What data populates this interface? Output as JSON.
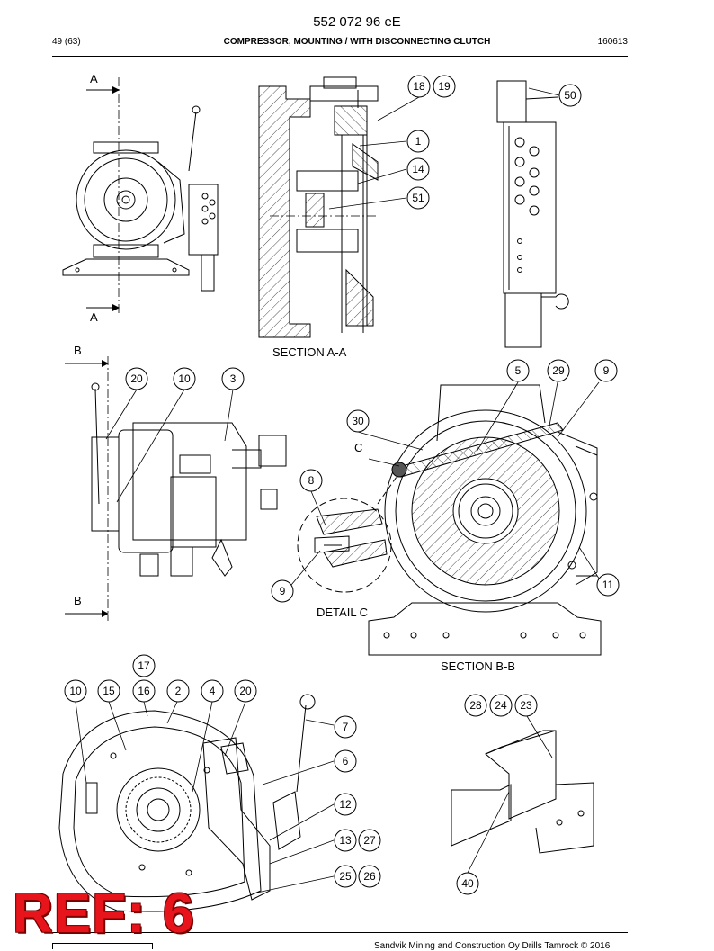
{
  "header": {
    "doc_code": "552 072 96 eE",
    "page": "49 (63)",
    "title": "COMPRESSOR, MOUNTING / WITH DISCONNECTING CLUTCH",
    "date": "160613"
  },
  "views": {
    "section_aa_label": "SECTION A-A",
    "section_bb_label": "SECTION B-B",
    "detail_c_label": "DETAIL C",
    "marker_a": "A",
    "marker_b": "B",
    "marker_c": "C"
  },
  "callouts": {
    "c1": "1",
    "c2": "2",
    "c3": "3",
    "c4": "4",
    "c5": "5",
    "c6": "6",
    "c7": "7",
    "c8": "8",
    "c9": "9",
    "c10": "10",
    "c11": "11",
    "c12": "12",
    "c13": "13",
    "c14": "14",
    "c15": "15",
    "c16": "16",
    "c17": "17",
    "c18": "18",
    "c19": "19",
    "c20": "20",
    "c23": "23",
    "c24": "24",
    "c25": "25",
    "c26": "26",
    "c27": "27",
    "c28": "28",
    "c29": "29",
    "c30": "30",
    "c40": "40",
    "c50": "50",
    "c51": "51"
  },
  "stamp": {
    "text": "REF: 6",
    "color": "#e8141b"
  },
  "footer": {
    "copyright": "Sandvik Mining and Construction Oy Drills Tamrock © 2016"
  }
}
